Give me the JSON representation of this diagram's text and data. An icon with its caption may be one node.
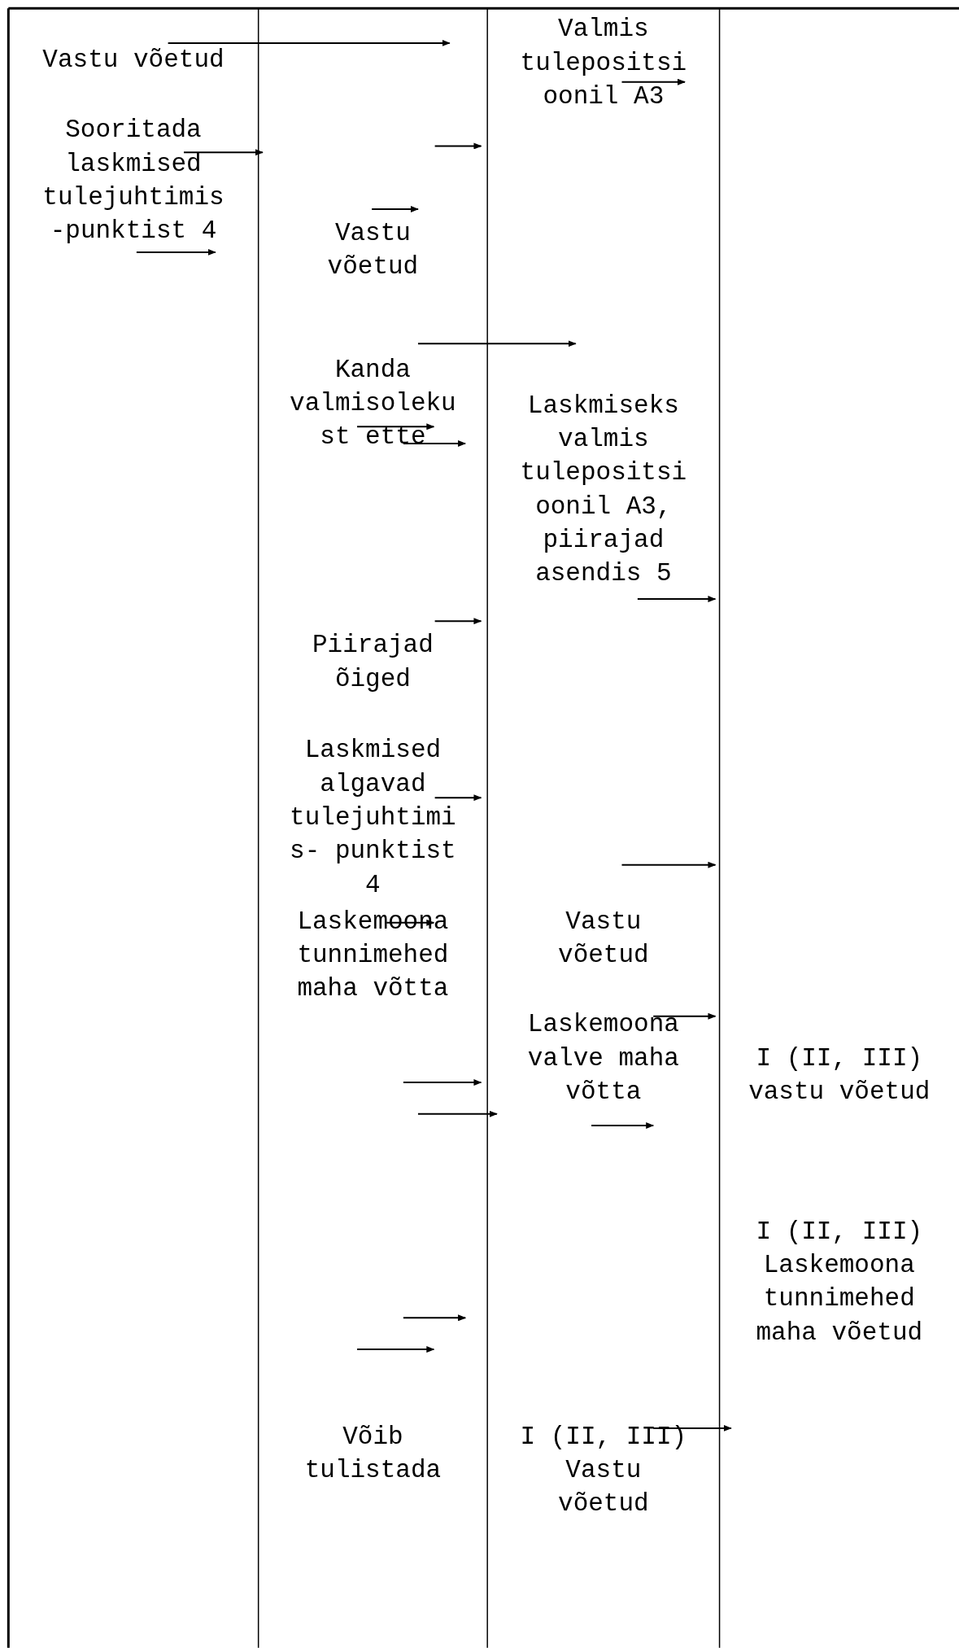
{
  "diagram": {
    "labels": [
      "Valmis tulepositsi oonil A3",
      "Vastu võetud",
      "Sooritada laskmised tulejuhtimis -punktist 4",
      "Vastu võetud",
      "Kanda valmisoleku st ette",
      "Laskmiseks valmis tulepositsi oonil A3, piirajad asendis 5",
      "Piirajad õiged",
      "Laskmised algavad tulejuhtimi s- punktist 4",
      "Laskemoona tunnimehed maha võtta",
      "Vastu võetud",
      "Laskemoona valve maha võtta",
      "I (II, III) vastu võetud",
      "I (II, III) Laskemoona tunnimehed maha võetud",
      "Võib tulistada",
      "I (II, III) Vastu võetud"
    ]
  }
}
